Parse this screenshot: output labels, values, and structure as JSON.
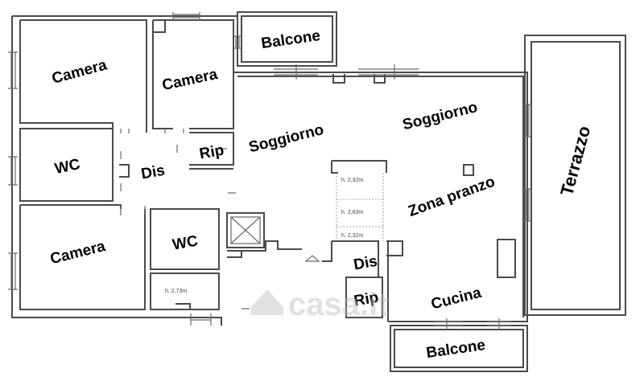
{
  "rooms": {
    "camera_1": "Camera",
    "camera_2": "Camera",
    "camera_3": "Camera",
    "wc_1": "WC",
    "wc_2": "WC",
    "dis_1": "Dis",
    "dis_2": "Dis",
    "rip_1": "Rip",
    "rip_2": "Rip",
    "balcone_1": "Balcone",
    "balcone_2": "Balcone",
    "soggiorno_1": "Soggiorno",
    "soggiorno_2": "Soggiorno",
    "zona_pranzo": "Zona pranzo",
    "cucina": "Cucina",
    "terrazzo": "Terrazzo"
  },
  "heights": {
    "h1": "h. 2,32m",
    "h2": "h. 2,63m",
    "h3": "h. 2,32m",
    "h4": "h. 2,73m"
  },
  "watermark": "casa.it",
  "colors": {
    "wall": "#4a4a4a",
    "label": "#000000",
    "watermark": "#bdbdbd"
  }
}
